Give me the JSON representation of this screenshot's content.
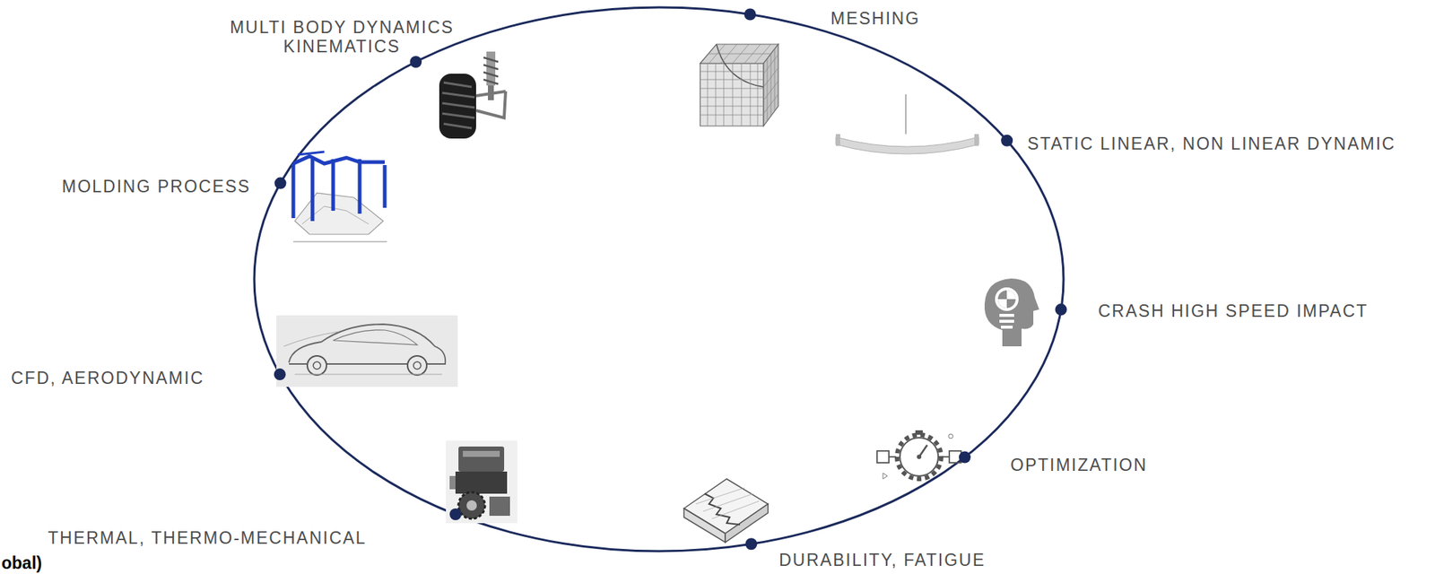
{
  "diagram": {
    "labels": [
      "MESHING",
      "MULTI BODY DYNAMICS KINEMATICS",
      "STATIC LINEAR, NON LINEAR DYNAMIC",
      "MOLDING PROCESS",
      "CRASH HIGH SPEED IMPACT",
      "CFD, AERODYNAMIC",
      "OPTIMIZATION",
      "THERMAL, THERMO-MECHANICAL",
      "DURABILITY, FATIGUE",
      "obal)"
    ]
  }
}
